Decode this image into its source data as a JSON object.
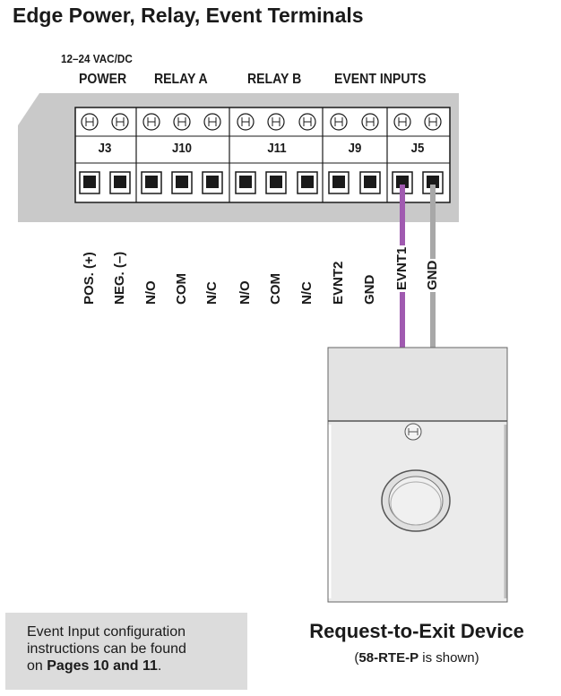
{
  "title": "Edge Power, Relay, Event Terminals",
  "supply_voltage": "12–24 VAC/DC",
  "groups": [
    "POWER",
    "RELAY A",
    "RELAY B",
    "EVENT INPUTS"
  ],
  "connectors": [
    "J3",
    "J10",
    "J11",
    "J9",
    "J5"
  ],
  "terminals": [
    "POS. (+)",
    "NEG. (–)",
    "N/O",
    "COM",
    "N/C",
    "N/O",
    "COM",
    "N/C",
    "EVNT2",
    "GND",
    "EVNT1",
    "GND"
  ],
  "wire_colors": {
    "evnt1": "#a05ab0",
    "gnd": "#a8a8a8"
  },
  "note": {
    "line1": "Event Input configuration",
    "line2": "instructions can be found",
    "line3_prefix": "on ",
    "line3_bold": "Pages 10 and 11",
    "line3_suffix": "."
  },
  "device": {
    "title": "Request-to-Exit Device",
    "sub_open": "(",
    "sub_bold": "58-RTE-P",
    "sub_rest": " is shown)"
  }
}
